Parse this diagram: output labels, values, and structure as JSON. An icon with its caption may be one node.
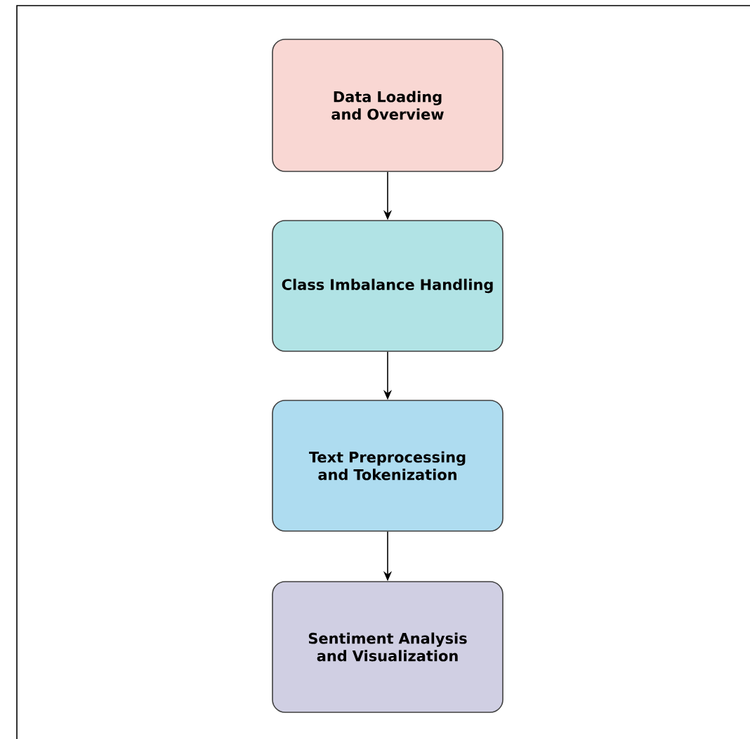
{
  "diagram": {
    "nodes": [
      {
        "text": [
          "Data Loading and Overview"
        ]
      },
      {
        "text": [
          "Class Imbalance Handling"
        ]
      },
      {
        "text": [
          "Text Preprocessing and Tokenization"
        ]
      },
      {
        "text": [
          "Sentiment Analysis and Visualization"
        ]
      }
    ],
    "edges": [
      {
        "from": 0,
        "to": 1,
        "arrow": "to"
      },
      {
        "from": 1,
        "to": 2,
        "arrow": "to"
      },
      {
        "from": 2,
        "to": 3,
        "arrow": "to"
      }
    ]
  }
}
